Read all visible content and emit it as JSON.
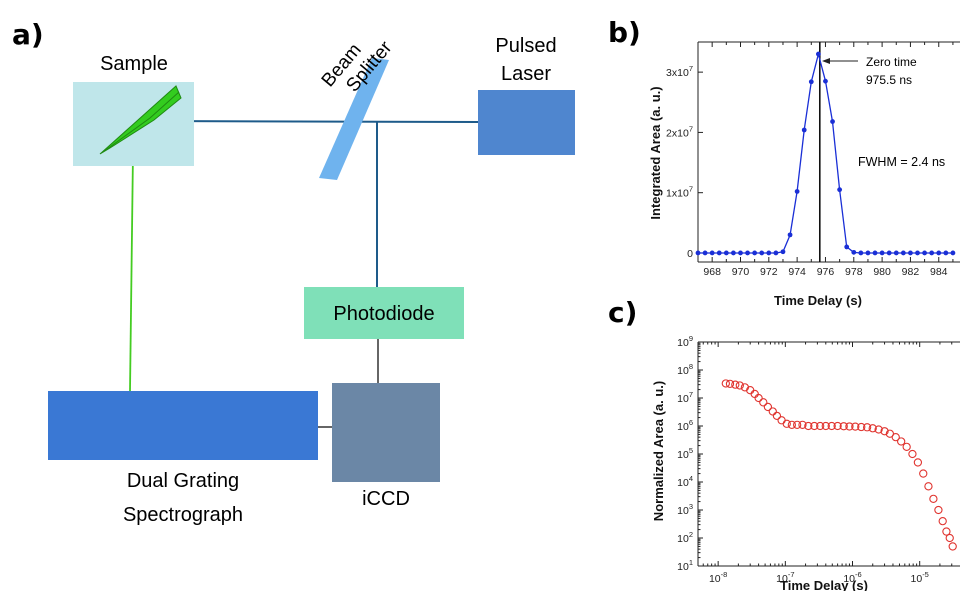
{
  "panel_a": {
    "label": "a)",
    "sample": "Sample",
    "beam_splitter": [
      "Beam",
      "Splitter"
    ],
    "laser": [
      "Pulsed",
      "Laser"
    ],
    "photodiode": "Photodiode",
    "iccd": "iCCD",
    "spectrograph": [
      "Dual Grating",
      "Spectrograph"
    ],
    "colors": {
      "sample_box": "#bfe6ea",
      "crystal": "#33cc1f",
      "splitter": "#6fb3ee",
      "laser": "#4f86cf",
      "photodiode": "#7fe0b8",
      "iccd": "#6b87a6",
      "spectrograph": "#3a78d4",
      "beam": "#1e5b8a",
      "emission": "#44cc22"
    }
  },
  "panel_b": {
    "label": "b)",
    "annotation_zero": [
      "Zero time",
      "975.5 ns"
    ],
    "annotation_fwhm": "FWHM = 2.4 ns",
    "chart_data": {
      "type": "line",
      "xlabel": "Time Delay (s)",
      "ylabel": "Integrated Area (a. u.)",
      "xlim": [
        967,
        985.5
      ],
      "ylim": [
        -1500000,
        35000000
      ],
      "xticks": [
        968,
        970,
        972,
        974,
        976,
        978,
        980,
        982,
        984
      ],
      "yticks": [
        {
          "value": 0,
          "label": "0"
        },
        {
          "value": 10000000,
          "label": "1x10",
          "exp": "7"
        },
        {
          "value": 20000000,
          "label": "2x10",
          "exp": "7"
        },
        {
          "value": 30000000,
          "label": "3x10",
          "exp": "7"
        }
      ],
      "vline_x": 975.6,
      "color": "#1a2fd6",
      "series": [
        {
          "x": [
            967,
            967.5,
            968,
            968.5,
            969,
            969.5,
            970,
            970.5,
            971,
            971.5,
            972,
            972.5,
            973,
            973.5,
            974,
            974.5,
            975,
            975.5,
            976,
            976.5,
            977,
            977.5,
            978,
            978.5,
            979,
            979.5,
            980,
            980.5,
            981,
            981.5,
            982,
            982.5,
            983,
            983.5,
            984,
            984.5,
            985
          ],
          "y": [
            0,
            0,
            0,
            0,
            0,
            0,
            0,
            0,
            0,
            0,
            0,
            0,
            200000,
            3000000,
            10200000,
            20400000,
            28400000,
            33000000,
            28500000,
            21800000,
            10500000,
            1000000,
            100000,
            0,
            0,
            0,
            0,
            0,
            0,
            0,
            0,
            0,
            0,
            0,
            0,
            0,
            0
          ]
        }
      ]
    }
  },
  "panel_c": {
    "label": "c)",
    "chart_data": {
      "type": "scatter",
      "xlabel": "Time Delay (s)",
      "ylabel": "Normalized Area (a. u.)",
      "log_x": true,
      "log_y": true,
      "xlim_exp": [
        -8.3,
        -4.4
      ],
      "ylim_exp": [
        1,
        9
      ],
      "xticks": [
        {
          "exp": -8,
          "label": "10",
          "sup": "-8"
        },
        {
          "exp": -7,
          "label": "10",
          "sup": "-7"
        },
        {
          "exp": -6,
          "label": "10",
          "sup": "-6"
        },
        {
          "exp": -5,
          "label": "10",
          "sup": "-5"
        }
      ],
      "yticks": [
        {
          "exp": 1,
          "label": "10",
          "sup": "1"
        },
        {
          "exp": 2,
          "label": "10",
          "sup": "2"
        },
        {
          "exp": 3,
          "label": "10",
          "sup": "3"
        },
        {
          "exp": 4,
          "label": "10",
          "sup": "4"
        },
        {
          "exp": 5,
          "label": "10",
          "sup": "5"
        },
        {
          "exp": 6,
          "label": "10",
          "sup": "6"
        },
        {
          "exp": 7,
          "label": "10",
          "sup": "7"
        },
        {
          "exp": 8,
          "label": "10",
          "sup": "8"
        },
        {
          "exp": 9,
          "label": "10",
          "sup": "9"
        }
      ],
      "color": "#e0342f",
      "series": [
        {
          "x": [
            1.3e-08,
            1.5e-08,
            1.8e-08,
            2.1e-08,
            2.5e-08,
            3e-08,
            3.5e-08,
            4e-08,
            4.7e-08,
            5.5e-08,
            6.5e-08,
            7.5e-08,
            8.8e-08,
            1.05e-07,
            1.25e-07,
            1.5e-07,
            1.8e-07,
            2.2e-07,
            2.7e-07,
            3.3e-07,
            4e-07,
            4.9e-07,
            6e-07,
            7.4e-07,
            9e-07,
            1.1e-06,
            1.35e-06,
            1.65e-06,
            2e-06,
            2.45e-06,
            3e-06,
            3.6e-06,
            4.4e-06,
            5.3e-06,
            6.4e-06,
            7.8e-06,
            9.4e-06,
            1.13e-05,
            1.35e-05,
            1.6e-05,
            1.9e-05,
            2.2e-05,
            2.5e-05,
            2.8e-05,
            3.1e-05
          ],
          "y": [
            33000000.0,
            32000000.0,
            30000000.0,
            28000000.0,
            24000000.0,
            19000000.0,
            14000000.0,
            10000000.0,
            7000000.0,
            4800000.0,
            3300000.0,
            2300000.0,
            1600000.0,
            1200000.0,
            1100000.0,
            1100000.0,
            1100000.0,
            1000000.0,
            1000000.0,
            1000000.0,
            1000000.0,
            1000000.0,
            1000000.0,
            980000.0,
            960000.0,
            950000.0,
            920000.0,
            900000.0,
            830000.0,
            750000.0,
            650000.0,
            530000.0,
            400000.0,
            280000.0,
            180000.0,
            100000.0,
            50000.0,
            20000.0,
            7000.0,
            2500.0,
            1000.0,
            400.0,
            170.0,
            100.0,
            50.0
          ]
        }
      ]
    }
  }
}
